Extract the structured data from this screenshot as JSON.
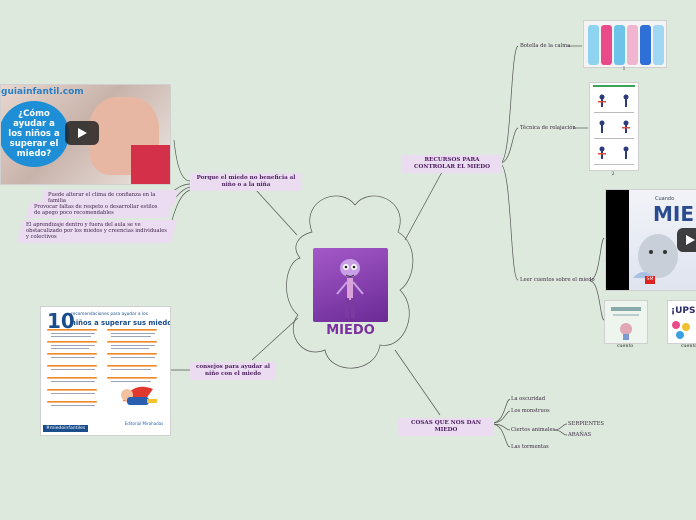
{
  "center": {
    "title": "MIEDO"
  },
  "branches": {
    "no_beneficia": "Porque el miedo no beneficia al niño o a la niña",
    "consejos": "consejos para ayudar al niño con el miedo",
    "recursos": "RECURSOS PARA CONTROLAR EL MIEDO",
    "cosas": "COSAS QUE NOS DAN  MIEDO"
  },
  "no_beneficia_items": [
    "Puede alterar el clima de confianza en la familia",
    "Provocar faltas de respeto o desarrollar estilos de apego poco recomendables",
    "El aprendizaje dentro y fuera del aula se ve obstaculizado por los miedos y creencias individuales y colectivos"
  ],
  "video": {
    "brand": "guiainfantil.com",
    "bubble": "¿Cómo ayudar a los niños a superar el miedo?"
  },
  "poster": {
    "number": "10",
    "heading_line1": "recomendaciones para ayudar a los",
    "heading_line2": "niños a superar sus miedos",
    "hashtag": "#miedoinfantiles",
    "publisher": "Editorial Mirahadas"
  },
  "recursos_items": {
    "botella": "Botella de la calma",
    "tecnica": "Técnica de relajación",
    "cuentos": "Leer cuentos sobre el miedo"
  },
  "captions": {
    "botella": "1",
    "tecnica": "2",
    "cuento1": "cuento",
    "cuento2": "cuento"
  },
  "book": {
    "title": "MIE",
    "small": "Cuando",
    "badge": "SM"
  },
  "cosas_items": [
    "La oscuridad",
    "Los monstruos",
    "Ciertos animales",
    "Las tormentas"
  ],
  "animales": [
    "SERPIENTES",
    "ARAÑAS"
  ],
  "colors": {
    "background": "#dce9dc",
    "node": "#ecdcf2",
    "center_title": "#7b2fa0",
    "line": "#555555"
  }
}
